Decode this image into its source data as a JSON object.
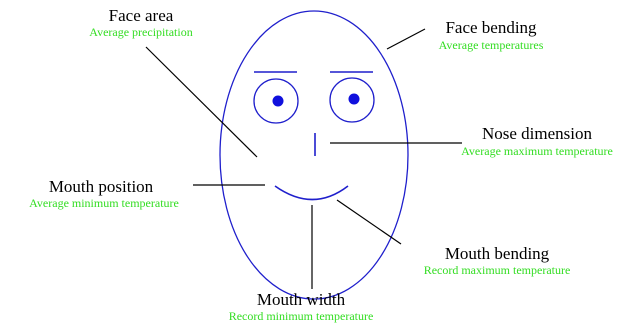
{
  "colors": {
    "face_outline": "#1f1fcc",
    "leader_lines": "#000000",
    "subtitle_text": "#33dd22",
    "pupil": "#1010dd"
  },
  "labels": {
    "face_area": {
      "title": "Face area",
      "subtitle": "Average precipitation"
    },
    "face_bending": {
      "title": "Face bending",
      "subtitle": "Average temperatures"
    },
    "nose_dimension": {
      "title": "Nose dimension",
      "subtitle": "Average maximum temperature"
    },
    "mouth_position": {
      "title": "Mouth position",
      "subtitle": "Average minimum temperature"
    },
    "mouth_bending": {
      "title": "Mouth bending",
      "subtitle": "Record maximum temperature"
    },
    "mouth_width": {
      "title": "Mouth width",
      "subtitle": "Record minimum temperature"
    }
  }
}
